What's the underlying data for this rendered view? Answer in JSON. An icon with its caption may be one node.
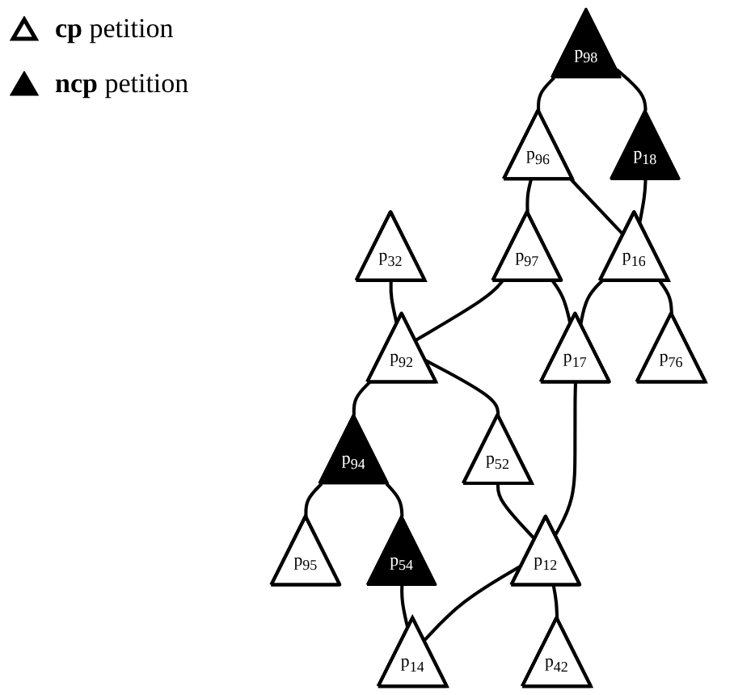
{
  "diagram": {
    "nodes": [
      {
        "text": [
          "p$_{98}$"
        ]
      },
      {
        "text": [
          "p$_{96}$"
        ]
      },
      {
        "text": [
          "p$_{18}$"
        ]
      },
      {
        "text": [
          "p$_{32}$"
        ]
      },
      {
        "text": [
          "p$_{97}$"
        ]
      },
      {
        "text": [
          "p$_{16}$"
        ]
      },
      {
        "text": [
          "p$_{92}$"
        ]
      },
      {
        "text": [
          "p$_{17}$"
        ]
      },
      {
        "text": [
          "p$_{76}$"
        ]
      },
      {
        "text": [
          "p$_{94}$"
        ]
      },
      {
        "text": [
          "p$_{52}$"
        ]
      },
      {
        "text": [
          "p$_{12}$"
        ]
      },
      {
        "text": [
          "p$_{95}$"
        ]
      },
      {
        "text": [
          "p$_{54}$"
        ]
      },
      {
        "text": [
          "p$_{14}$"
        ]
      },
      {
        "text": [
          "p$_{42}$"
        ]
      }
    ],
    "edges": [
      {
        "from": 0,
        "to": 1,
        "arrow": "none"
      },
      {
        "from": 0,
        "to": 2,
        "arrow": "none"
      },
      {
        "from": 1,
        "to": 4,
        "arrow": "none"
      },
      {
        "from": 1,
        "to": 5,
        "arrow": "none"
      },
      {
        "from": 2,
        "to": 5,
        "arrow": "none"
      },
      {
        "from": 3,
        "to": 6,
        "arrow": "none"
      },
      {
        "from": 4,
        "to": 6,
        "arrow": "none"
      },
      {
        "from": 4,
        "to": 7,
        "arrow": "none"
      },
      {
        "from": 5,
        "to": 7,
        "arrow": "none"
      },
      {
        "from": 5,
        "to": 8,
        "arrow": "none"
      },
      {
        "from": 6,
        "to": 9,
        "arrow": "none"
      },
      {
        "from": 6,
        "to": 10,
        "arrow": "none"
      },
      {
        "from": 7,
        "to": 11,
        "arrow": "none"
      },
      {
        "from": 9,
        "to": 12,
        "arrow": "none"
      },
      {
        "from": 9,
        "to": 13,
        "arrow": "none"
      },
      {
        "from": 10,
        "to": 11,
        "arrow": "none"
      },
      {
        "from": 13,
        "to": 14,
        "arrow": "none"
      },
      {
        "from": 11,
        "to": 14,
        "arrow": "none"
      },
      {
        "from": 11,
        "to": 15,
        "arrow": "none"
      }
    ],
    "legend": [
      {
        "text": "**cp** petition"
      },
      {
        "text": "**ncp** petition"
      }
    ]
  }
}
